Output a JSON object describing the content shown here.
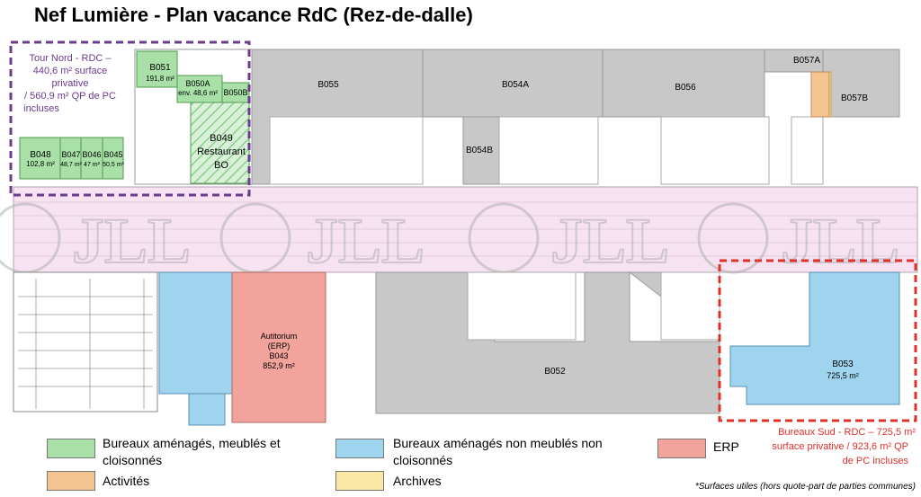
{
  "title": "Nef Lumière - Plan vacance RdC (Rez-de-dalle)",
  "colors": {
    "green": "#a8e0a8",
    "blue": "#9fd4ef",
    "salmon": "#f2a39c",
    "orange": "#f4c591",
    "yellow": "#fbe7a6",
    "grey": "#c8c8c8",
    "pink": "#f7e2f2",
    "purple": "#6b3b8e",
    "red": "#e0302a"
  },
  "zones": {
    "tour_nord": {
      "lines": [
        "Tour Nord - RDC –",
        "440,6 m² surface",
        "privative",
        "/ 560,9 m² QP de PC",
        "incluses"
      ]
    },
    "bureaux_sud": {
      "lines": [
        "Bureaux Sud - RDC – 725,5 m²",
        "surface privative / 923,6 m² QP",
        "de PC incluses"
      ]
    }
  },
  "rooms": {
    "b051": {
      "name": "B051",
      "area": "191,8 m²"
    },
    "b050a": {
      "name": "B050A",
      "area": "env. 48,6 m²"
    },
    "b050b": {
      "name": "B050B"
    },
    "b049": {
      "name": "B049",
      "line2": "Restaurant",
      "line3": "BO"
    },
    "b048": {
      "name": "B048",
      "area": "102,8 m²"
    },
    "b047": {
      "name": "B047",
      "area": "48,7 m²"
    },
    "b046": {
      "name": "B046",
      "area": "47 m²"
    },
    "b045": {
      "name": "B045",
      "area": "50,5 m²"
    },
    "b055": {
      "name": "B055"
    },
    "b054a": {
      "name": "B054A"
    },
    "b054b": {
      "name": "B054B"
    },
    "b056": {
      "name": "B056"
    },
    "b057a": {
      "name": "B057A"
    },
    "b057b": {
      "name": "B057B"
    },
    "b052": {
      "name": "B052"
    },
    "b053": {
      "name": "B053",
      "area": "725,5 m²"
    },
    "b043": {
      "line1": "Autitorium",
      "line2": "(ERP)",
      "name": "B043",
      "area": "852,9 m²"
    }
  },
  "legend": [
    {
      "label": "Bureaux aménagés, meublés et",
      "label2": "cloisonnés",
      "color": "#a8e0a8"
    },
    {
      "label": "Activités",
      "color": "#f4c591"
    },
    {
      "label": "Bureaux aménagés non meublés non",
      "label2": "cloisonnés",
      "color": "#9fd4ef"
    },
    {
      "label": "Archives",
      "color": "#fbe7a6"
    },
    {
      "label": "ERP",
      "color": "#f2a39c"
    }
  ],
  "footnote": "*Surfaces utiles (hors quote-part de parties communes)",
  "watermark": "JLL"
}
